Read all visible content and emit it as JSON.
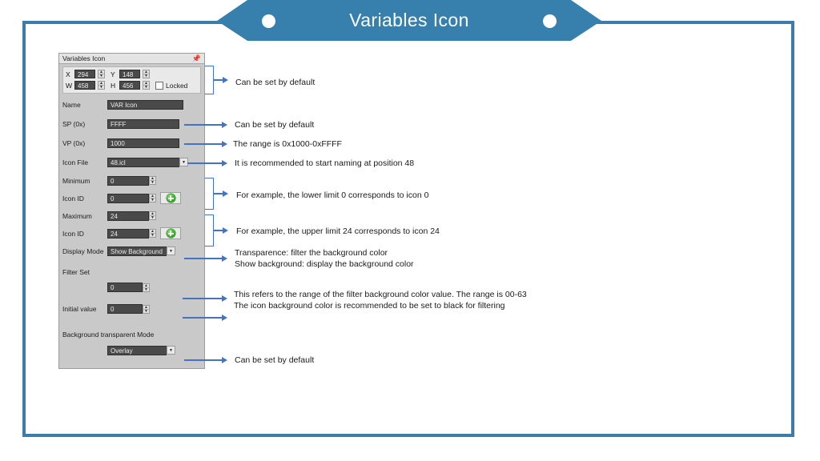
{
  "banner": {
    "title": "Variables Icon",
    "left_dot": "decorative-dot",
    "right_dot": "decorative-dot"
  },
  "panel": {
    "title": "Variables Icon",
    "pin_icon": "pin-icon",
    "geometry": {
      "x_label": "X",
      "x_value": "294",
      "y_label": "Y",
      "y_value": "148",
      "w_label": "W",
      "w_value": "458",
      "h_label": "H",
      "h_value": "456",
      "locked_label": "Locked",
      "locked_checked": false
    },
    "fields": [
      {
        "label": "Name",
        "value": "VAR Icon"
      },
      {
        "label": "SP (0x)",
        "value": "FFFF"
      },
      {
        "label": "VP (0x)",
        "value": "1000"
      },
      {
        "label": "Icon File",
        "value": "48.icl"
      },
      {
        "label": "Minimum",
        "value": "0"
      },
      {
        "label": "Icon ID",
        "value": "0"
      },
      {
        "label": "Maximum",
        "value": "24"
      },
      {
        "label": "Icon ID",
        "value": "24"
      },
      {
        "label": "Display Mode",
        "value": "Show Background"
      },
      {
        "label": "Filter Set",
        "value": "0"
      },
      {
        "label": "Initial value",
        "value": "0"
      },
      {
        "label": "Background transparent Mode",
        "value": "Overlay"
      }
    ]
  },
  "annotations": [
    {
      "id": "geometry-note",
      "text": "Can be set by default"
    },
    {
      "id": "sp-note",
      "text": "Can be set by default"
    },
    {
      "id": "vp-note",
      "text": "The range is 0x1000-0xFFFF"
    },
    {
      "id": "iconfile-note",
      "text": "It is recommended to start naming at position 48"
    },
    {
      "id": "minimum-note",
      "text": "For example, the lower limit 0 corresponds to icon 0"
    },
    {
      "id": "maximum-note",
      "text": "For example, the upper limit 24 corresponds to icon 24"
    },
    {
      "id": "displaymode-note",
      "text": "Transparence: filter the background color\nShow background: display the background color"
    },
    {
      "id": "filterset-note",
      "text": "This refers to the range of the filter background color value. The range is 00-63\nThe icon background color is recommended to be set to black for filtering"
    },
    {
      "id": "overlay-note",
      "text": "Can be set by default"
    }
  ],
  "colors": {
    "frame": "#3d7ba8",
    "banner": "#3780ae",
    "connector": "#4472c4",
    "panel_bg": "#c9c9c9",
    "field_bg": "#4a4a4a",
    "add_button": "#3bb52a"
  }
}
